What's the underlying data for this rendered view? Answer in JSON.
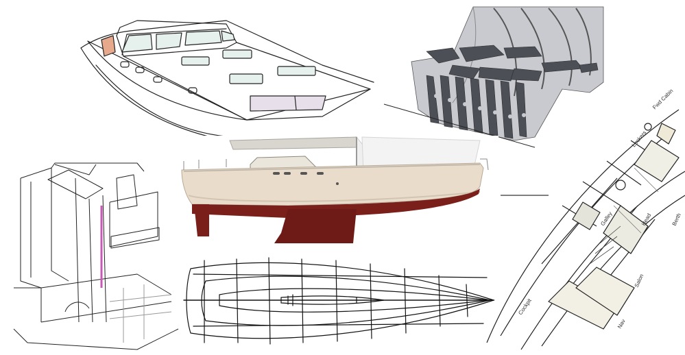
{
  "collage": {
    "panels": [
      {
        "id": "deckhouse-sketch",
        "kind": "perspective line sketch"
      },
      {
        "id": "hull-framing-render",
        "kind": "3D structural render"
      },
      {
        "id": "interior-joinery-sketch",
        "kind": "perspective line sketch"
      },
      {
        "id": "sailboat-profile-render",
        "kind": "3D profile render"
      },
      {
        "id": "hull-lines-plan",
        "kind": "hand-drawn lines plan"
      },
      {
        "id": "accommodation-plan-sketch",
        "kind": "hand-drawn layout plan"
      }
    ],
    "plan_annotations": [
      "Salon",
      "Galley",
      "Head",
      "Nav",
      "Berth",
      "Cockpit",
      "Lockers",
      "Fwd Cabin"
    ],
    "colors": {
      "hull_topside": "#e9dccb",
      "antifouling": "#7a1f1a",
      "frame_grey": "#4c4f55",
      "shell_grey": "#c9cacf",
      "sketch_line": "#222222",
      "pink_accent": "#c85ab5"
    }
  }
}
